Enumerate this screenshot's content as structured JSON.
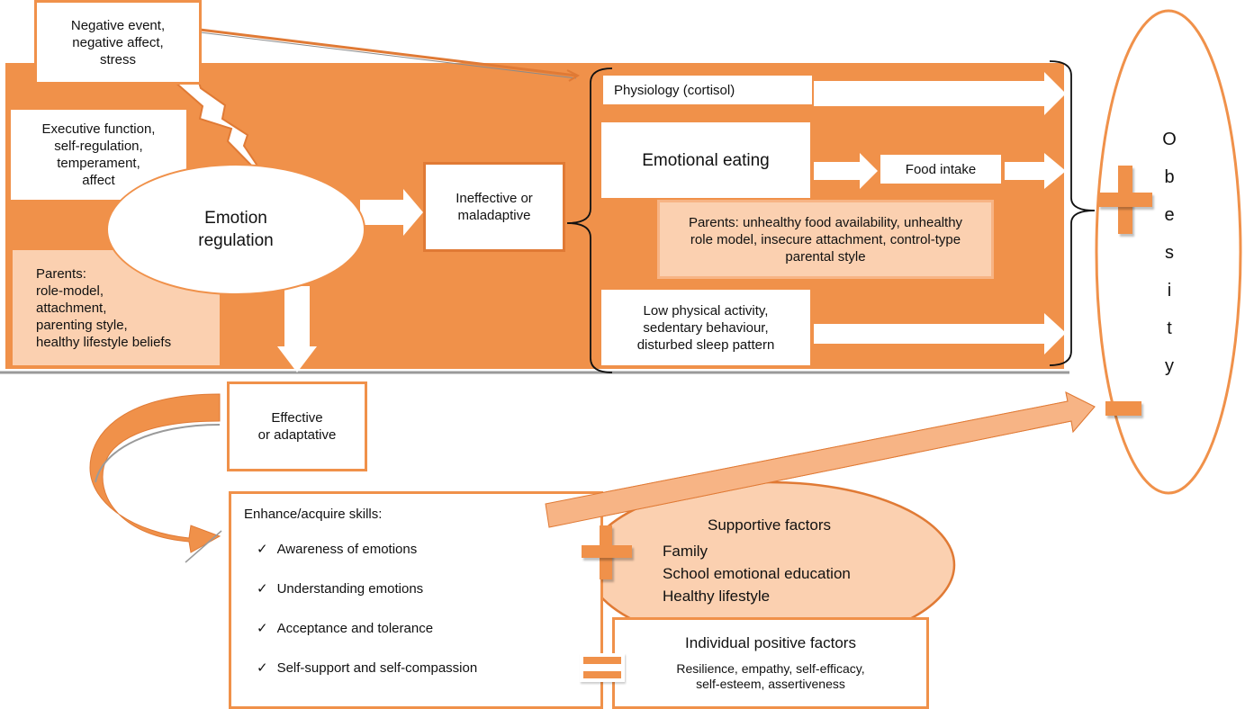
{
  "colors": {
    "orange": "#f0914a",
    "dark_orange": "#e07a35",
    "pale_orange": "#fbd0b0",
    "white": "#ffffff"
  },
  "trigger": {
    "text": [
      "Negative event,",
      "negative affect,",
      "stress"
    ]
  },
  "exec_function": {
    "text": [
      "Executive function,",
      "self-regulation,",
      "temperament,",
      "affect"
    ]
  },
  "emotion_regulation": {
    "text": [
      "Emotion",
      "regulation"
    ]
  },
  "parents_left": {
    "text": [
      "Parents:",
      "role-model,",
      "attachment,",
      "parenting style,",
      "healthy lifestyle beliefs"
    ]
  },
  "ineffective": {
    "text": [
      "Ineffective or",
      "maladaptive"
    ]
  },
  "physiology": {
    "text": "Physiology (cortisol)"
  },
  "emotional_eating": {
    "text": "Emotional eating"
  },
  "food_intake": {
    "text": "Food intake"
  },
  "parents_right": {
    "text": [
      "Parents: unhealthy food availability, unhealthy",
      "role model, insecure attachment, control-type",
      "parental style"
    ]
  },
  "low_activity": {
    "text": [
      "Low physical activity,",
      "sedentary behaviour,",
      "disturbed sleep pattern"
    ]
  },
  "obesity": {
    "letters": [
      "O",
      "b",
      "e",
      "s",
      "i",
      "t",
      "y"
    ],
    "plus_icon": "plus-sign",
    "minus_icon": "minus-sign"
  },
  "effective": {
    "text": [
      "Effective",
      "or adaptative"
    ]
  },
  "skills": {
    "title": "Enhance/acquire skills:",
    "check_glyph": "✓",
    "items": [
      "Awareness of emotions",
      "Understanding emotions",
      "Acceptance and tolerance",
      "Self-support and self-compassion"
    ]
  },
  "supportive": {
    "title": "Supportive factors",
    "items": [
      "Family",
      "School emotional education",
      "Healthy lifestyle"
    ]
  },
  "individual": {
    "title": "Individual positive factors",
    "text": [
      "Resilience, empathy, self-efficacy,",
      "self-esteem, assertiveness"
    ]
  }
}
